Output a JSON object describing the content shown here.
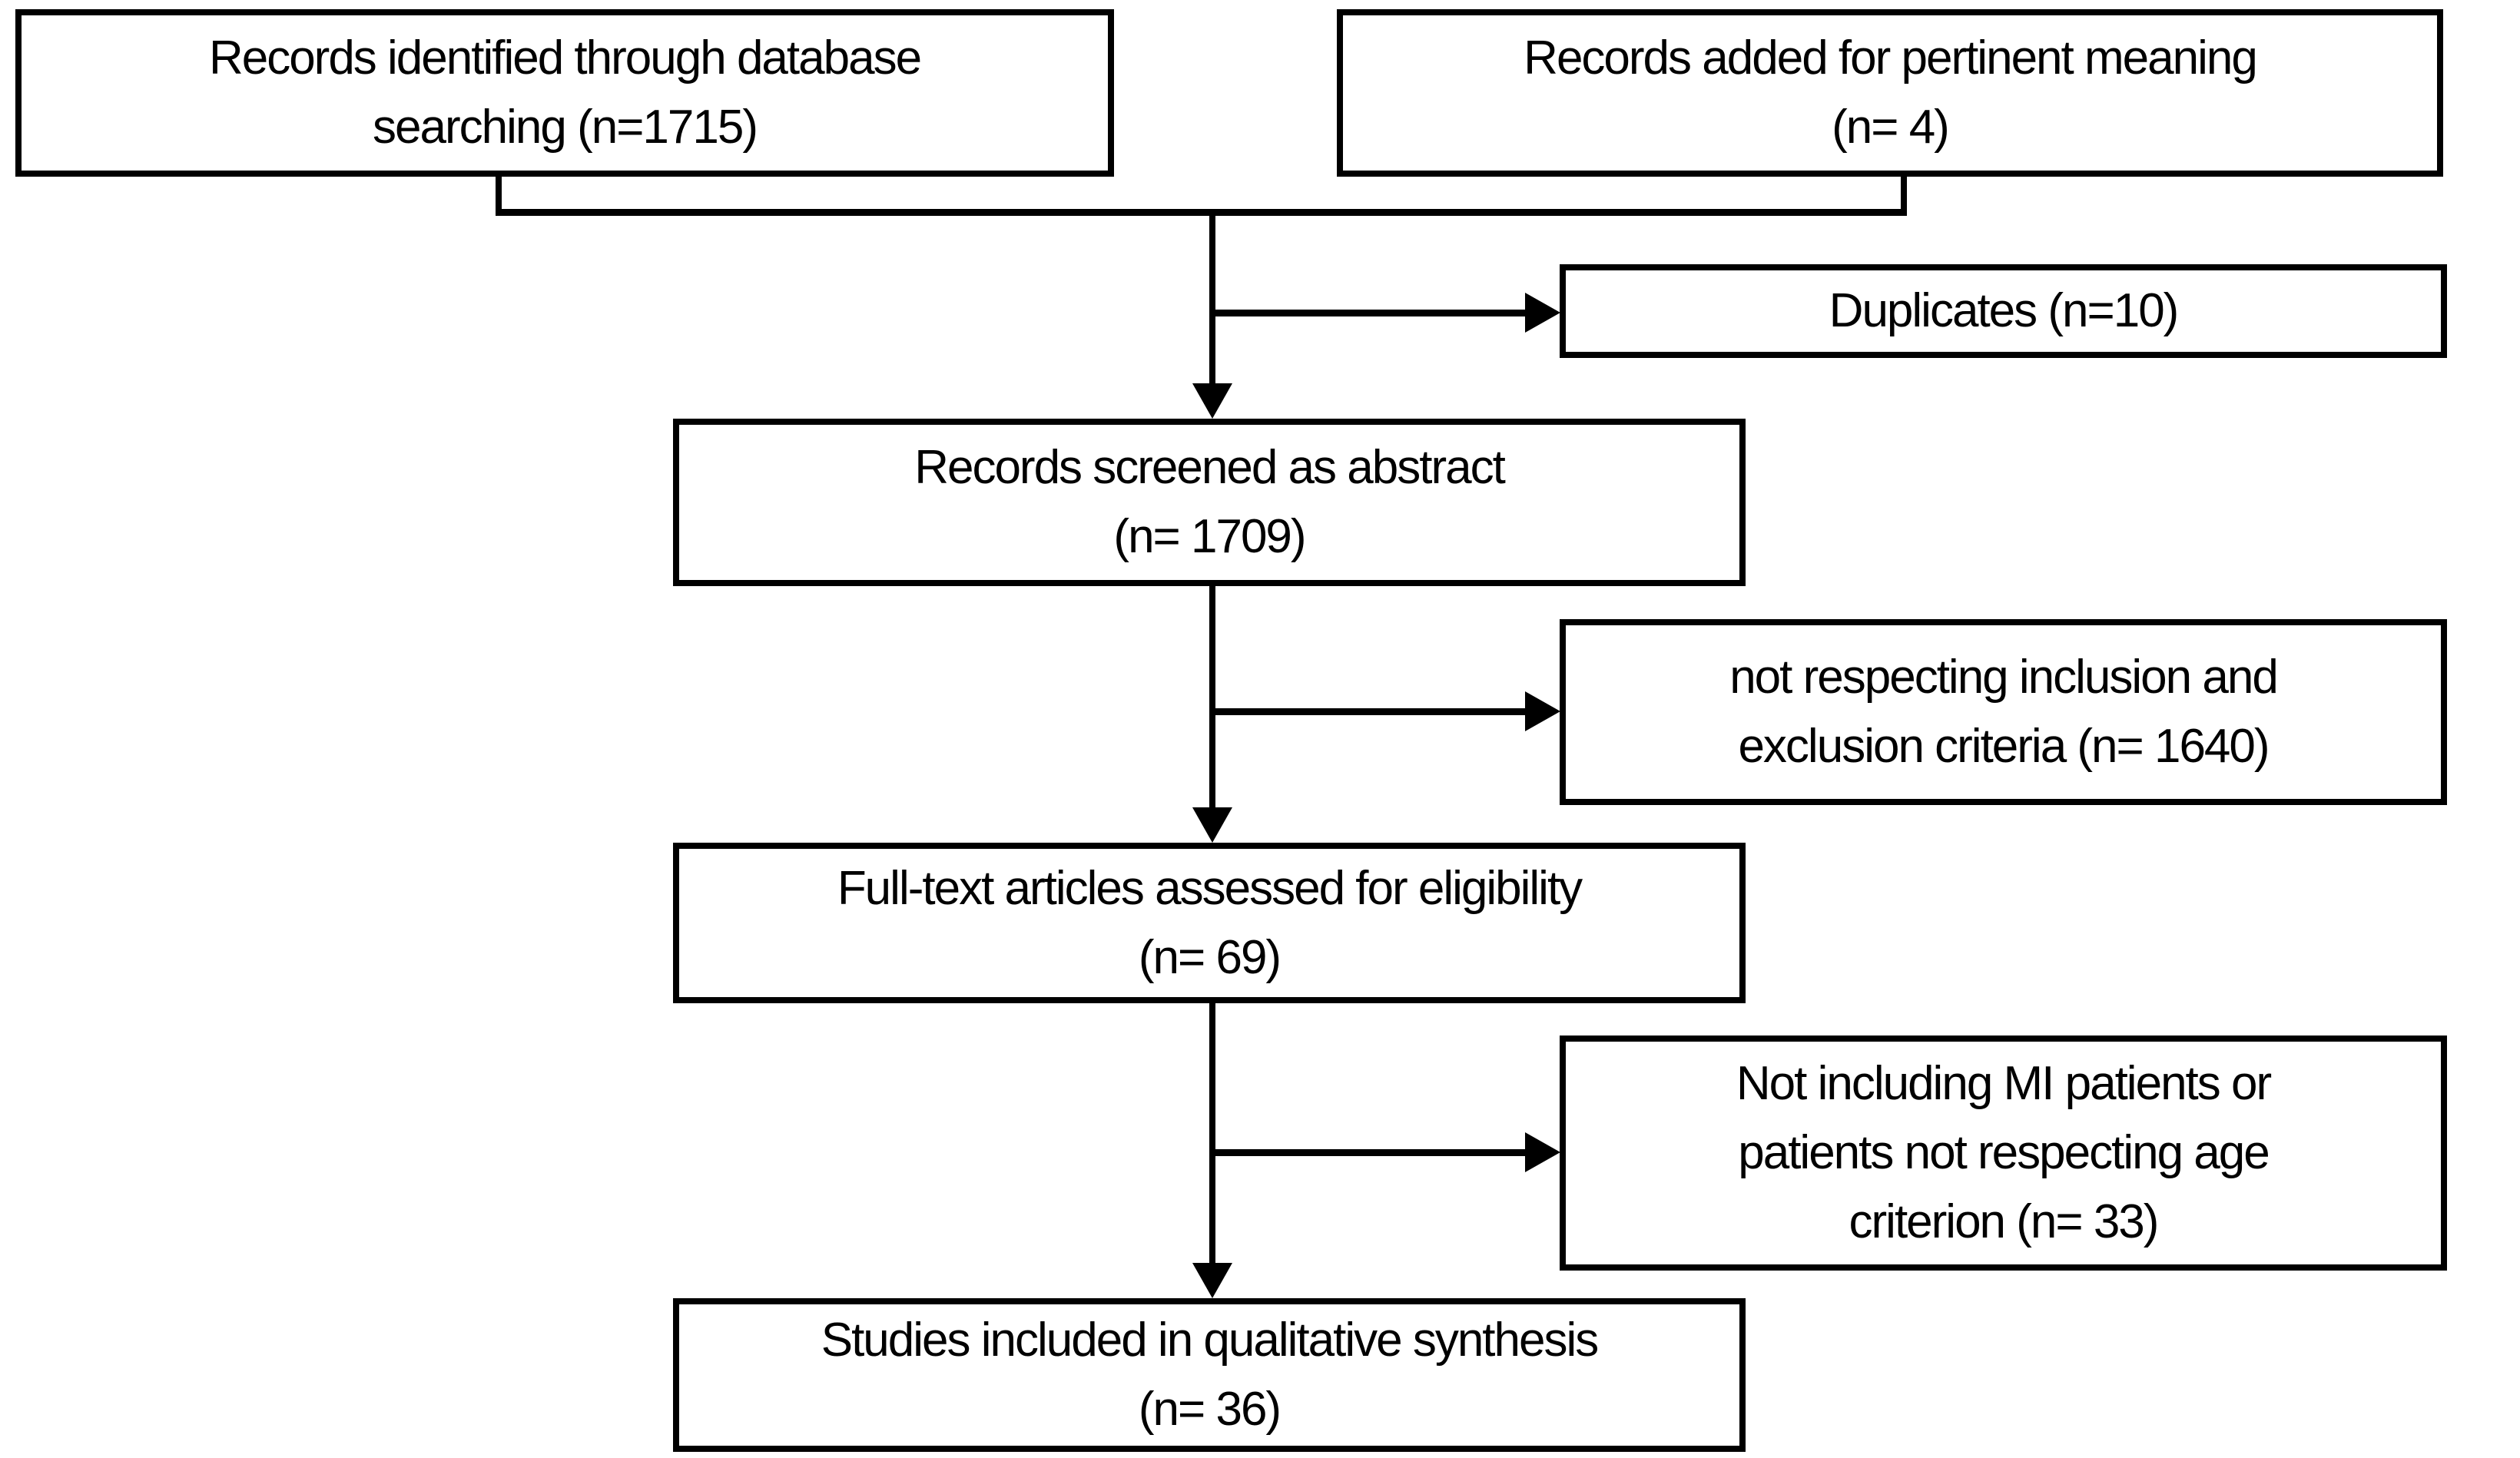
{
  "colors": {
    "ink": "#000000",
    "background": "#ffffff"
  },
  "flowchart": {
    "boxes": [
      {
        "id": "records-identified",
        "lines": [
          "Records identified through database",
          "searching (n=1715)"
        ]
      },
      {
        "id": "records-added",
        "lines": [
          "Records added for pertinent meaning",
          "(n= 4)"
        ]
      },
      {
        "id": "duplicates",
        "lines": [
          "Duplicates (n=10)"
        ]
      },
      {
        "id": "records-screened",
        "lines": [
          "Records screened as abstract",
          "(n= 1709)"
        ]
      },
      {
        "id": "not-respecting-criteria",
        "lines": [
          "not respecting inclusion and",
          "exclusion criteria (n= 1640)"
        ]
      },
      {
        "id": "fulltext-assessed",
        "lines": [
          "Full-text articles assessed for eligibility",
          "(n= 69)"
        ]
      },
      {
        "id": "not-including-mi",
        "lines": [
          "Not including MI patients or",
          "patients not respecting age",
          "criterion (n= 33)"
        ]
      },
      {
        "id": "studies-included",
        "lines": [
          "Studies included in qualitative synthesis",
          "(n= 36)"
        ]
      }
    ]
  }
}
